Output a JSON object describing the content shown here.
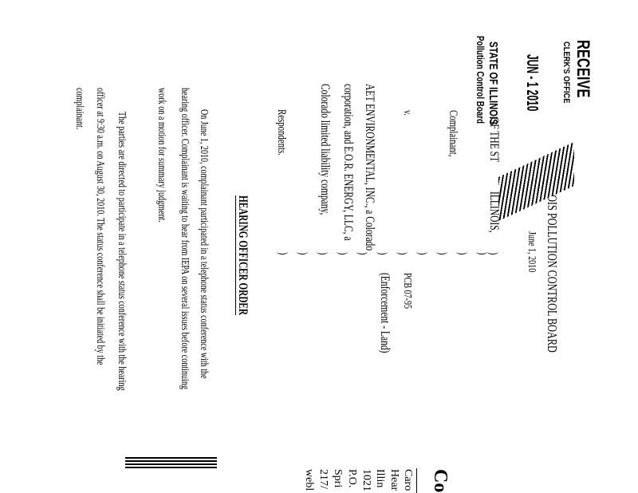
{
  "stamp": {
    "received": "RECEIVE",
    "office": "CLERK'S OFFICE",
    "date": "JUN - 1 2010",
    "state": "STATE OF ILLINOIS",
    "board": "Pollution Control Board"
  },
  "header": {
    "court": "IOIS POLLUTION CONTROL BOARD",
    "date": "June 1, 2010"
  },
  "caption": {
    "plaintiff_part1": "OF THE ST",
    "plaintiff_part2": "ILLINOIS,",
    "complainant": "Complainant,",
    "versus": "v.",
    "defendant_lines": [
      "AET ENVIRONMENTAL, INC., a Colorado",
      "corporation, and E.O.R. ENERGY, LLC, a",
      "Colorado limited liability company,"
    ],
    "respondents": "Respondents.",
    "case_number": "PCB 07-95",
    "case_type": "(Enforcement - Land)"
  },
  "order": {
    "title": "HEARING OFFICER ORDER",
    "paragraph1": [
      "On June 1, 2010, complainant participated in a telephone status conference with the",
      "hearing officer.  Complainant is waiting to hear from IEPA on several issues before continuing",
      "work on a motion for summary judgment."
    ],
    "paragraph2": [
      "The parties are directed to participate in a telephone status conference with the hearing",
      "officer at 9:30 a.m. on August 30, 2010.  The status conference shall be initiated by the",
      "complainant."
    ]
  },
  "letterhead": {
    "logo": "Co",
    "lines": [
      "Caro",
      "Hear",
      "Illin",
      "1021",
      "P.O.",
      "Spri",
      "217/",
      "webl"
    ]
  }
}
